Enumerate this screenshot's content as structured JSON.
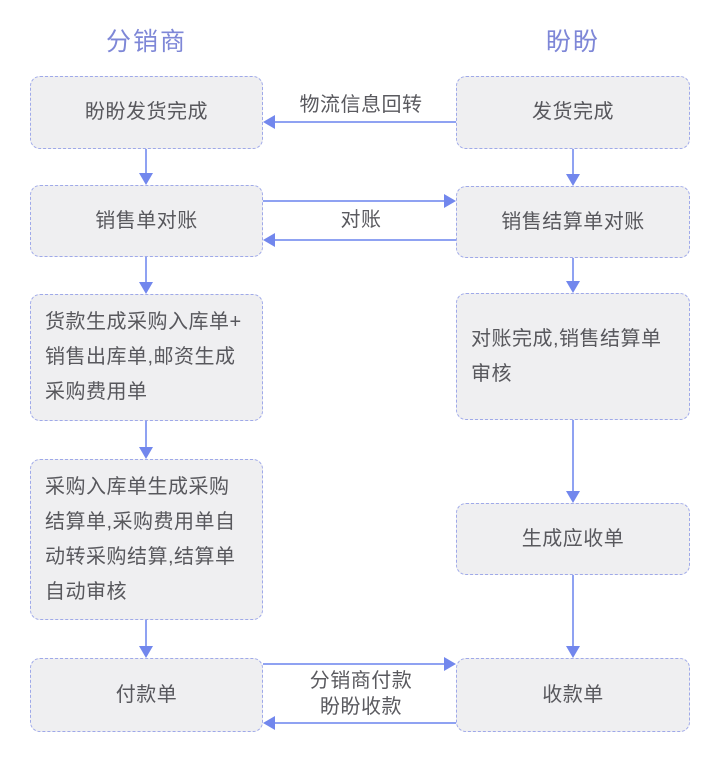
{
  "diagram": {
    "title_left": "分销商",
    "title_right": "盼盼",
    "colors": {
      "header_text": "#7e87d7",
      "box_fill": "#efeff1",
      "box_border": "#9fa9e9",
      "box_text": "#58585d",
      "arrow_line": "#8fa2f2",
      "arrow_head": "#7287ed",
      "label_text": "#5a5a5f",
      "background": "#ffffff"
    }
  },
  "left_column": {
    "header": "分销商",
    "boxes": [
      {
        "text": "盼盼发货完成"
      },
      {
        "text": "销售单对账"
      },
      {
        "text": "货款生成采购入库单+\n销售出库单,邮资生成\n采购费用单"
      },
      {
        "text": "采购入库单生成采购\n结算单,采购费用单自\n动转采购结算,结算单\n自动审核"
      },
      {
        "text": "付款单"
      }
    ]
  },
  "right_column": {
    "header": "盼盼",
    "boxes": [
      {
        "text": "发货完成"
      },
      {
        "text": "销售结算单对账"
      },
      {
        "text": "对账完成,销售结算单\n审核"
      },
      {
        "text": "生成应收单"
      },
      {
        "text": "收款单"
      }
    ]
  },
  "connectors": {
    "logistics_label": "物流信息回转",
    "reconcile_label": "对账",
    "payment_label": "分销商付款\n盼盼收款"
  }
}
